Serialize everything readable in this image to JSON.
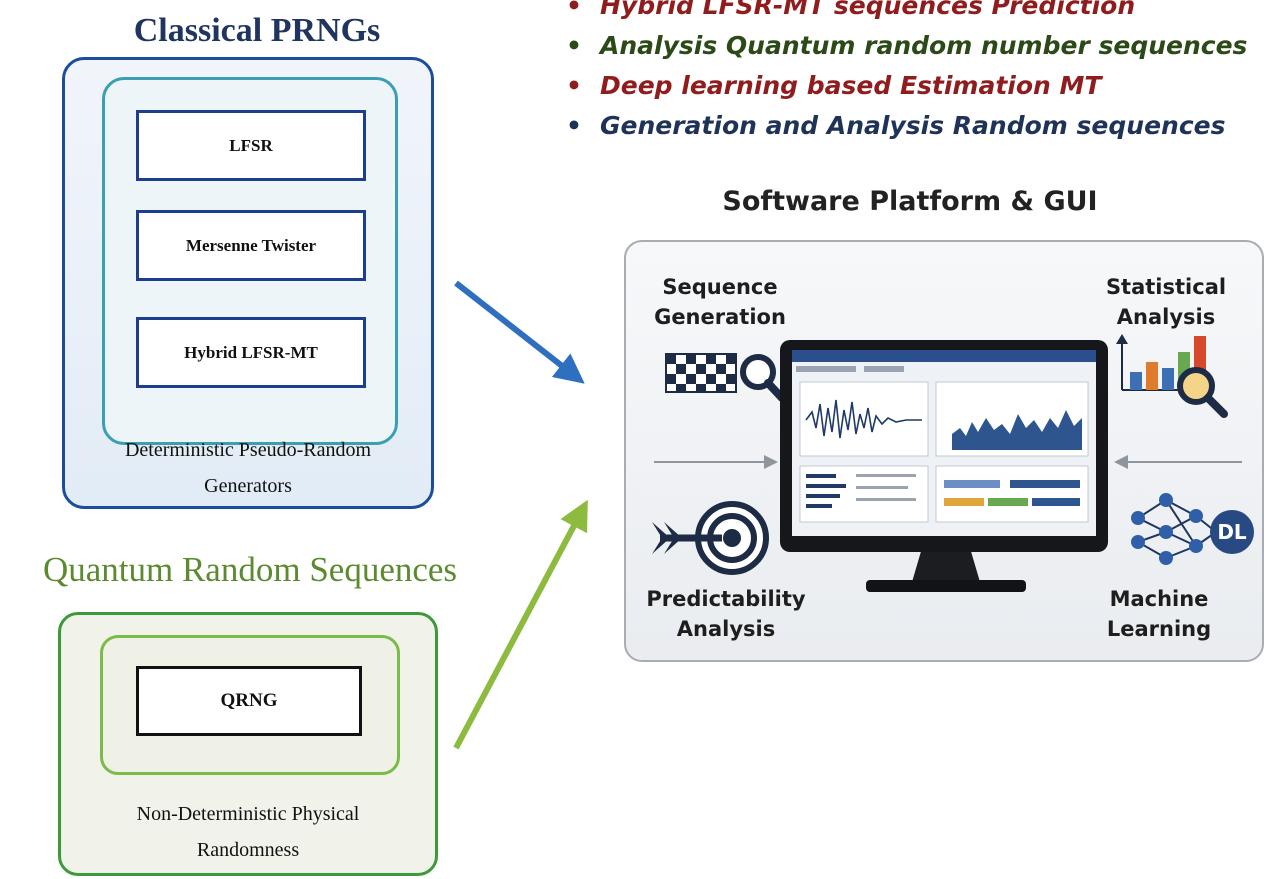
{
  "classical": {
    "title": "Classical PRNGs",
    "generators": [
      "LFSR",
      "Mersenne Twister",
      "Hybrid LFSR-MT"
    ],
    "caption_line1": "Deterministic Pseudo-Random",
    "caption_line2": "Generators"
  },
  "quantum": {
    "title": "Quantum Random Sequences",
    "generator": "QRNG",
    "caption_line1": "Non-Deterministic Physical",
    "caption_line2": "Randomness"
  },
  "bullets": [
    {
      "text": "Hybrid LFSR-MT sequences Prediction",
      "color": "#8f1d1d"
    },
    {
      "text": "Analysis Quantum random number sequences",
      "color": "#2c4a18"
    },
    {
      "text": "Deep learning based Estimation MT",
      "color": "#8f1d1d"
    },
    {
      "text": "Generation and Analysis Random sequences",
      "color": "#1f3358"
    }
  ],
  "bullet_symbol": "•",
  "platform": {
    "title": "Software Platform & GUI",
    "features": {
      "sequence_generation": [
        "Sequence",
        "Generation"
      ],
      "statistical_analysis": [
        "Statistical",
        "Analysis"
      ],
      "predictability_analysis": [
        "Predictability",
        "Analysis"
      ],
      "machine_learning": [
        "Machine",
        "Learning"
      ]
    },
    "dl_badge": "DL"
  },
  "colors": {
    "classical_border": "#1c4c9c",
    "classical_inner": "#3a9fb3",
    "quantum_border": "#3d9a3a",
    "arrow_blue": "#2f6fc0",
    "arrow_green": "#8dbb3f"
  },
  "icons": [
    "checkerboard-magnifier-icon",
    "bar-chart-magnifier-icon",
    "target-arrow-icon",
    "neural-network-icon",
    "monitor-icon"
  ]
}
